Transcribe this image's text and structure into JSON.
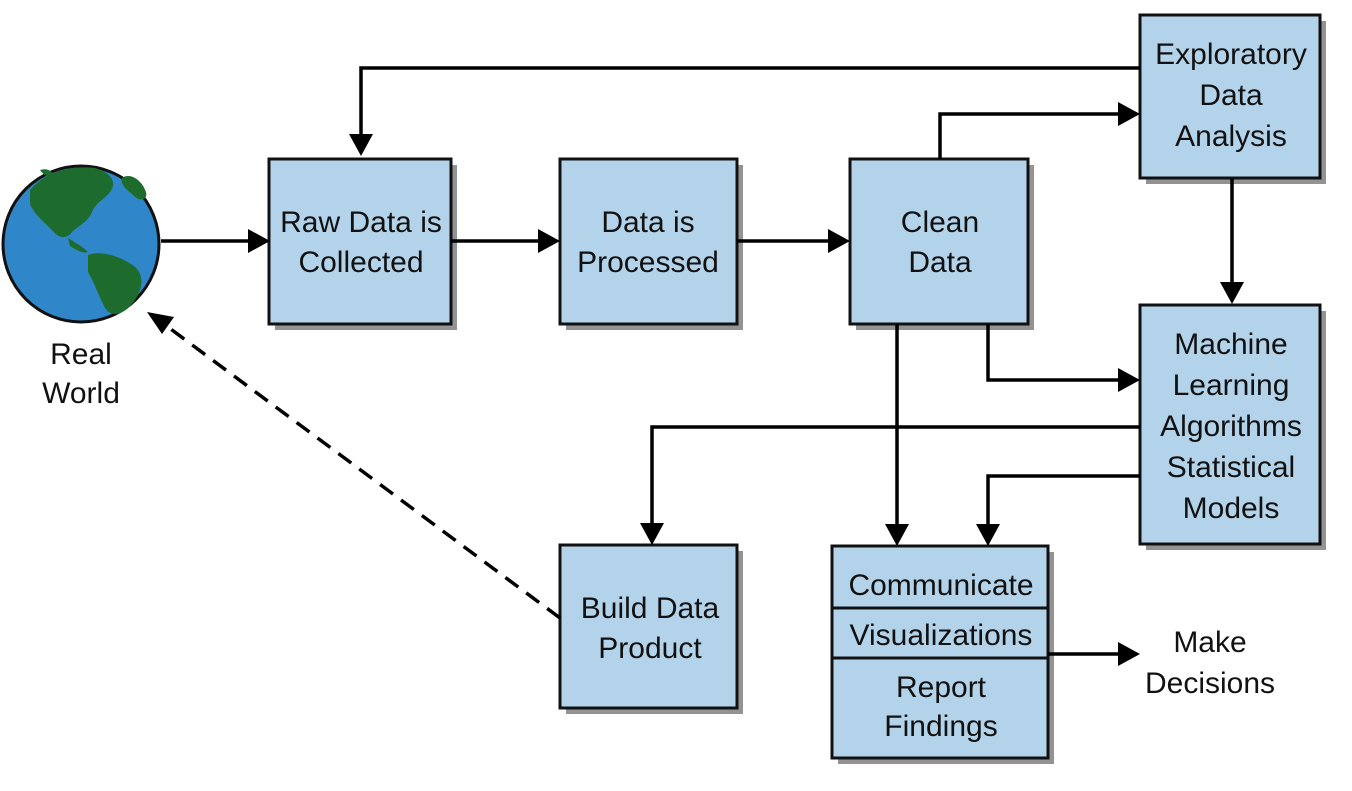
{
  "nodes": {
    "real_world": {
      "line1": "Real",
      "line2": "World"
    },
    "raw_data": {
      "line1": "Raw Data is",
      "line2": "Collected"
    },
    "processed": {
      "line1": "Data is",
      "line2": "Processed"
    },
    "clean": {
      "line1": "Clean",
      "line2": "Data"
    },
    "eda": {
      "line1": "Exploratory",
      "line2": "Data",
      "line3": "Analysis"
    },
    "ml": {
      "line1": "Machine",
      "line2": "Learning",
      "line3": "Algorithms",
      "line4": "Statistical",
      "line5": "Models"
    },
    "build": {
      "line1": "Build Data",
      "line2": "Product"
    },
    "communicate": {
      "row1": "Communicate",
      "row2": "Visualizations",
      "row3_line1": "Report",
      "row3_line2": "Findings"
    },
    "decisions": {
      "line1": "Make",
      "line2": "Decisions"
    }
  },
  "colors": {
    "box_fill": "#b3d3ea",
    "ocean": "#2f86c8",
    "land": "#1e6b2e"
  }
}
